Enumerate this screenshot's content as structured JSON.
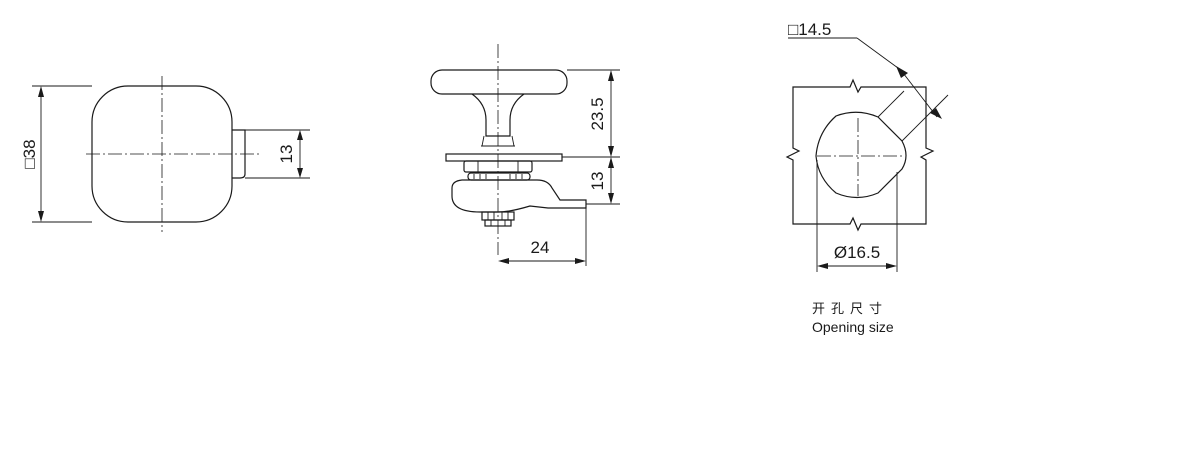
{
  "front_view": {
    "width_dim": "□38",
    "cam_dim": "13"
  },
  "side_view": {
    "knob_height_dim": "23.5",
    "cam_height_dim": "13",
    "cam_length_dim": "24"
  },
  "opening_view": {
    "square_dim": "□14.5",
    "diameter_dim": "Ø16.5",
    "caption_cn": "开孔尺寸",
    "caption_en": "Opening size"
  }
}
